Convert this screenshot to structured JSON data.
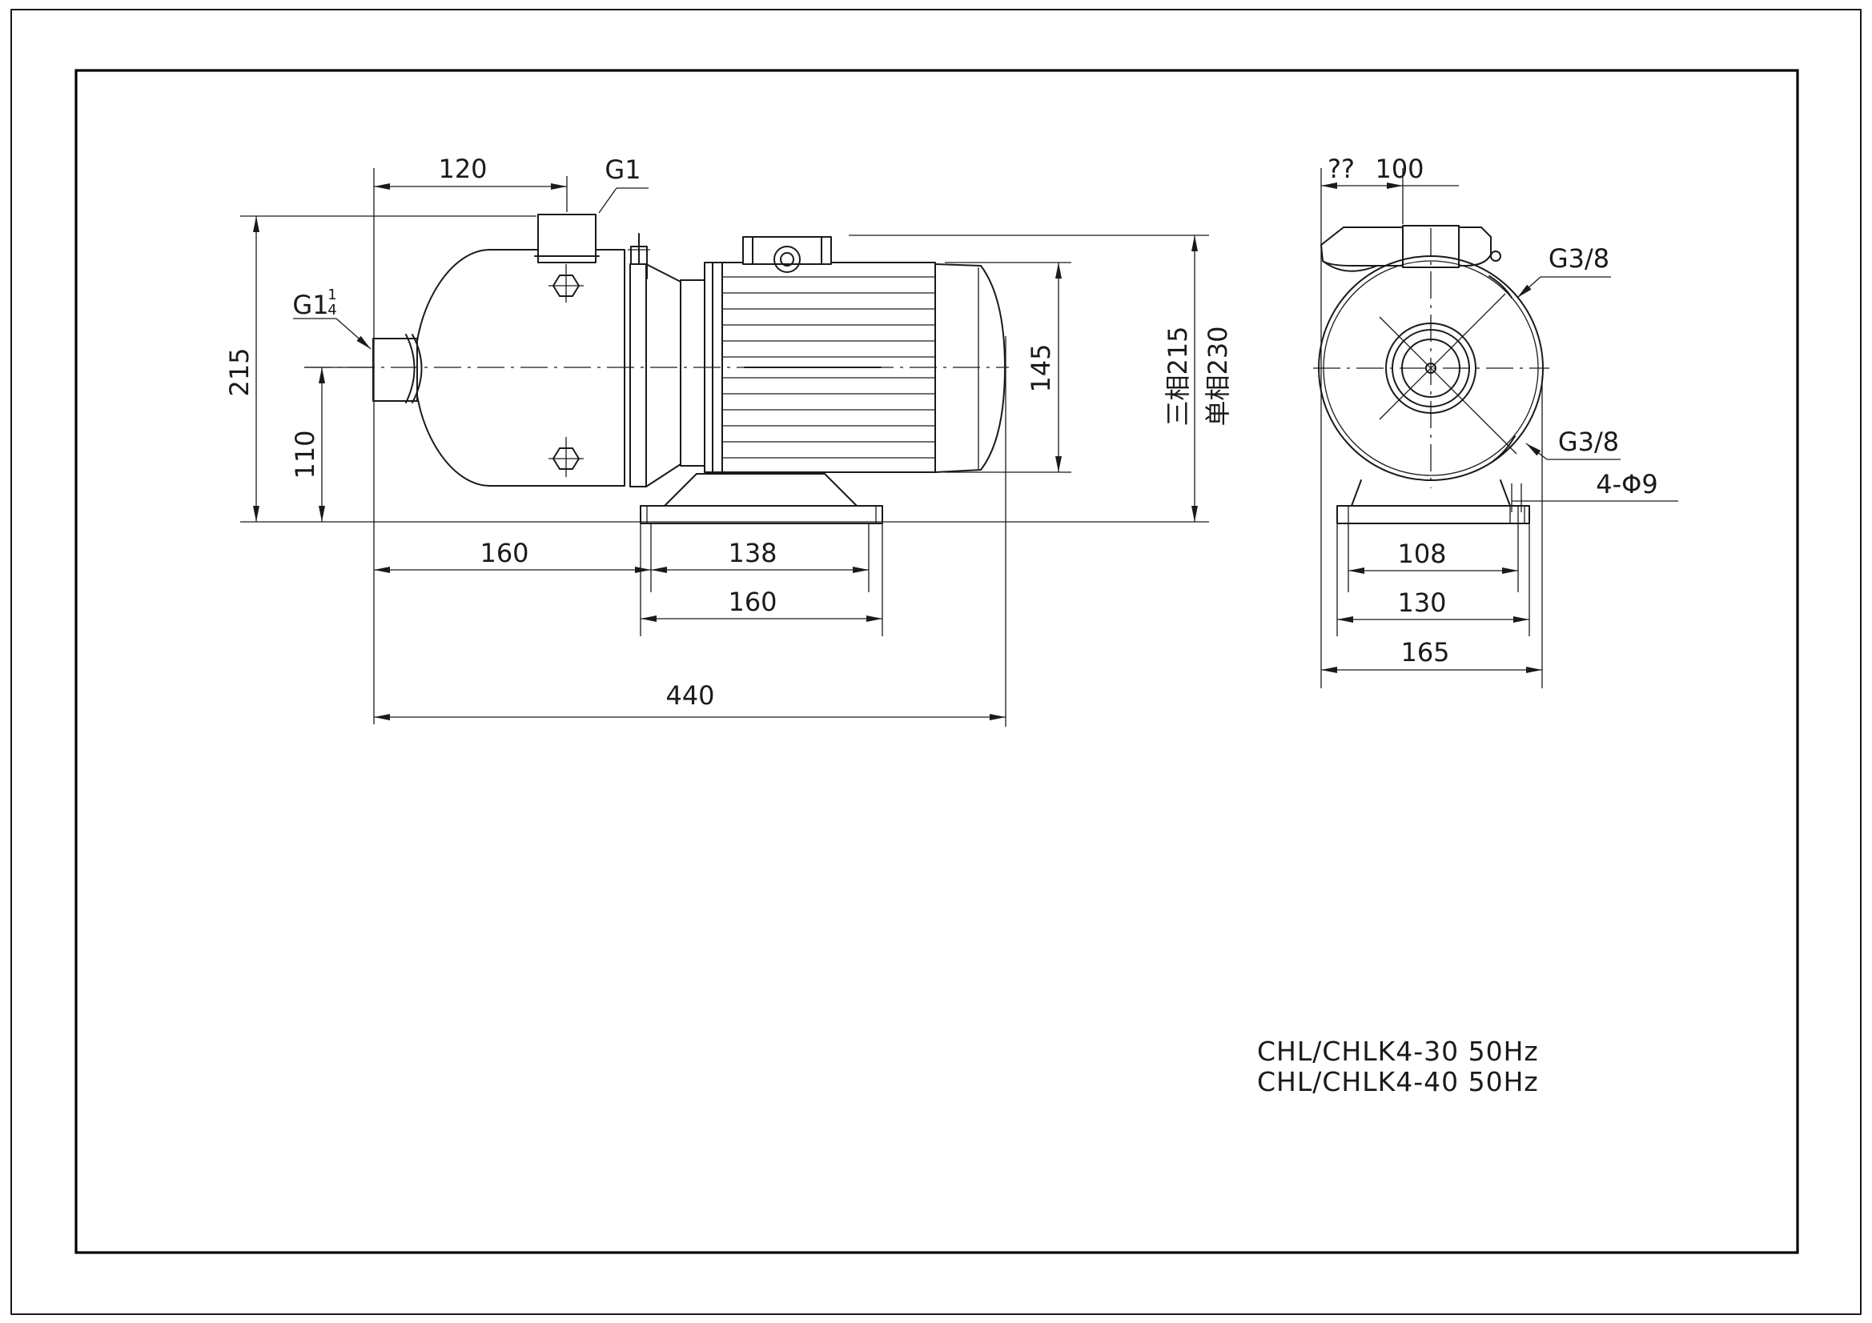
{
  "side_view": {
    "dims": {
      "inlet_offset": "120",
      "outlet_thread": "G1",
      "inlet_thread": "G1",
      "inlet_thread_fraction_top": "1",
      "inlet_thread_fraction_bottom": "4",
      "overall_height": "215",
      "inlet_height": "110",
      "motor_diameter": "145",
      "height_three_phase": "三相215",
      "height_single_phase": "单相230",
      "foot_offset": "160",
      "foot_hole_spacing": "138",
      "foot_length": "160",
      "overall_length": "440"
    }
  },
  "end_view": {
    "dims": {
      "top_offset": "??",
      "top_width": "100",
      "plug_top": "G3/8",
      "plug_bottom": "G3/8",
      "mount_holes": "4-Φ9",
      "hole_spacing": "108",
      "foot_width": "130",
      "body_width": "165"
    }
  },
  "title_block": {
    "model_line_1": "CHL/CHLK4-30 50Hz",
    "model_line_2": "CHL/CHLK4-40 50Hz"
  },
  "colors": {
    "line": "#1a1a1a",
    "background": "#ffffff"
  }
}
